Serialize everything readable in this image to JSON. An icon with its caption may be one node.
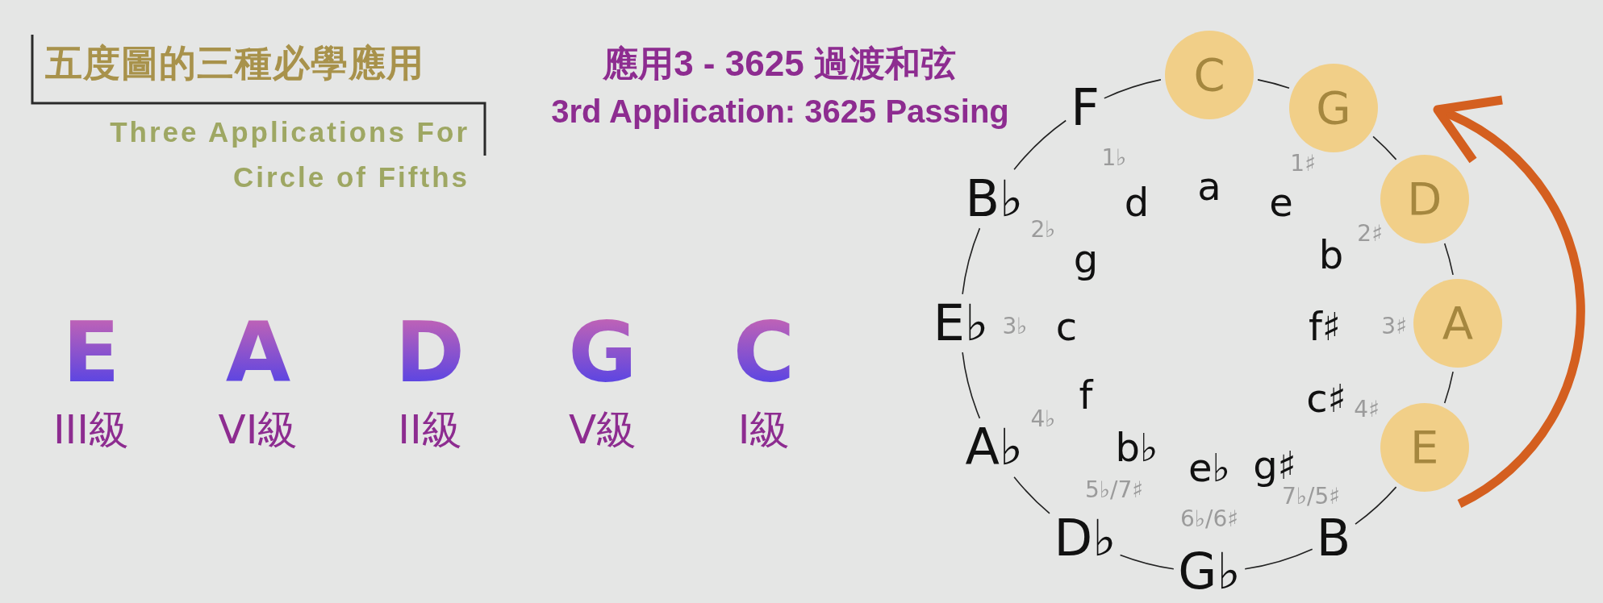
{
  "diagram": {
    "title": "五度圖的三種必學應用",
    "nodes": [
      {
        "text": [
          "C"
        ]
      },
      {
        "text": [
          "G"
        ],
        "beside": [
          "1♯"
        ]
      },
      {
        "text": [
          "D"
        ],
        "beside": [
          "2♯"
        ]
      },
      {
        "text": [
          "A"
        ],
        "beside": [
          "3♯"
        ]
      },
      {
        "text": [
          "E"
        ],
        "beside": [
          "4♯"
        ]
      },
      {
        "text": [
          "B"
        ],
        "beside": [
          "7♭/5♯"
        ]
      },
      {
        "text": [
          "G♭"
        ],
        "beside": [
          "6♭/6♯"
        ]
      },
      {
        "text": [
          "D♭"
        ],
        "beside": [
          "5♭/7♯"
        ]
      },
      {
        "text": [
          "A♭"
        ],
        "beside": [
          "4♭"
        ]
      },
      {
        "text": [
          "E♭"
        ],
        "beside": [
          "3♭"
        ]
      },
      {
        "text": [
          "B♭"
        ],
        "beside": [
          "2♭"
        ]
      },
      {
        "text": [
          "F"
        ],
        "beside": [
          "1♭"
        ]
      }
    ],
    "edges": [
      {
        "from": 0,
        "to": 1,
        "arrow": "none"
      },
      {
        "from": 1,
        "to": 2,
        "arrow": "none"
      },
      {
        "from": 2,
        "to": 3,
        "arrow": "none"
      },
      {
        "from": 3,
        "to": 4,
        "arrow": "none"
      },
      {
        "from": 4,
        "to": 5,
        "arrow": "none"
      },
      {
        "from": 5,
        "to": 6,
        "arrow": "none"
      },
      {
        "from": 6,
        "to": 7,
        "arrow": "none"
      },
      {
        "from": 7,
        "to": 8,
        "arrow": "none"
      },
      {
        "from": 8,
        "to": 9,
        "arrow": "none"
      },
      {
        "from": 9,
        "to": 10,
        "arrow": "none"
      },
      {
        "from": 10,
        "to": 11,
        "arrow": "none"
      },
      {
        "from": 11,
        "to": 0,
        "arrow": "none"
      }
    ],
    "labels": [
      "Three Applications For Circle of Fifths",
      "應用3 - 3625 過渡和弦",
      "3rd Application: 3625 Passing",
      "E",
      "A",
      "D",
      "G",
      "C",
      "III級",
      "VI級",
      "II級",
      "V級",
      "I級",
      "d",
      "a",
      "e",
      "g",
      "b",
      "c",
      "f♯",
      "f",
      "c♯",
      "b♭",
      "e♭",
      "g♯"
    ]
  }
}
